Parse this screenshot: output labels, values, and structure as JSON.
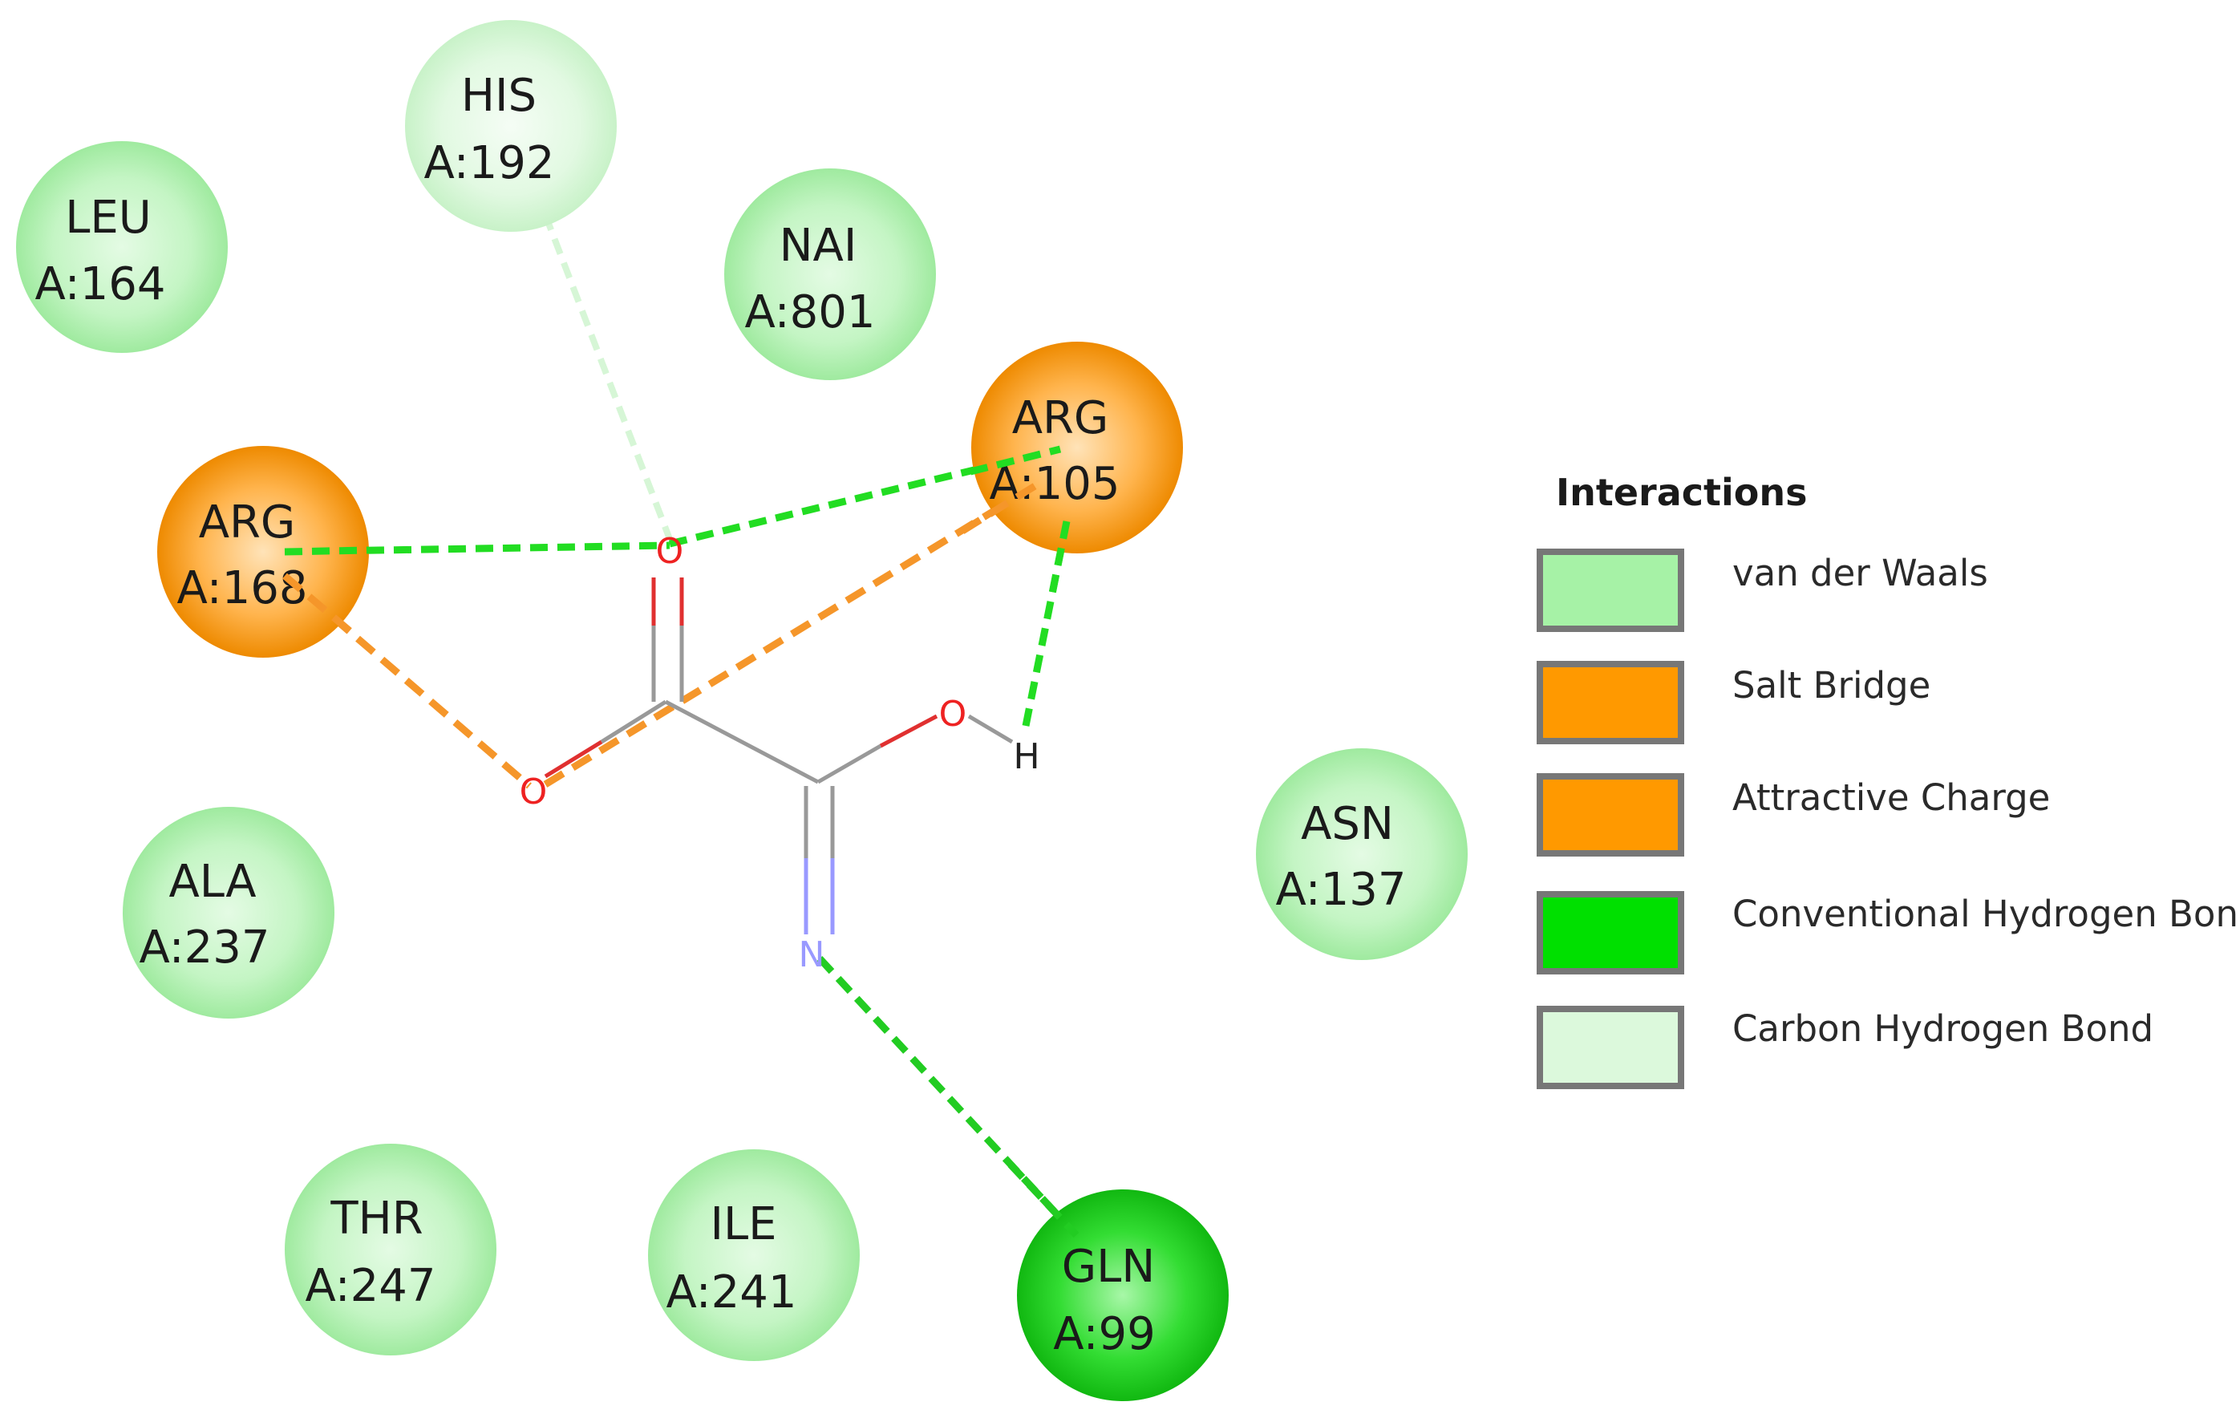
{
  "colors": {
    "van_der_waals": "#a6f2a6",
    "salt_bridge": "#ff9900",
    "attractive_charge": "#ff9900",
    "conventional_hbond": "#00e000",
    "carbon_hbond": "#dcf9dc",
    "oxygen": "#ee2222",
    "nitrogen": "#9999ff",
    "carbon_bond": "#888888"
  },
  "residues": [
    {
      "id": "his192",
      "name": "HIS",
      "chain_pos": "A:192",
      "type": "van_der_waals_light"
    },
    {
      "id": "leu164",
      "name": "LEU",
      "chain_pos": "A:164",
      "type": "van_der_waals"
    },
    {
      "id": "nai801",
      "name": "NAI",
      "chain_pos": "A:801",
      "type": "van_der_waals"
    },
    {
      "id": "arg105",
      "name": "ARG",
      "chain_pos": "A:105",
      "type": "salt_bridge"
    },
    {
      "id": "arg168",
      "name": "ARG",
      "chain_pos": "A:168",
      "type": "salt_bridge"
    },
    {
      "id": "asn137",
      "name": "ASN",
      "chain_pos": "A:137",
      "type": "van_der_waals"
    },
    {
      "id": "ala237",
      "name": "ALA",
      "chain_pos": "A:237",
      "type": "van_der_waals"
    },
    {
      "id": "thr247",
      "name": "THR",
      "chain_pos": "A:247",
      "type": "van_der_waals"
    },
    {
      "id": "ile241",
      "name": "ILE",
      "chain_pos": "A:241",
      "type": "van_der_waals"
    },
    {
      "id": "gln99",
      "name": "GLN",
      "chain_pos": "A:99",
      "type": "conventional_hbond"
    }
  ],
  "atoms": {
    "o_top": "O",
    "o_left": "O",
    "o_right": "O",
    "h": "H",
    "n": "N"
  },
  "legend": {
    "title": "Interactions",
    "items": [
      {
        "label": "van der Waals",
        "type": "van_der_waals"
      },
      {
        "label": "Salt Bridge",
        "type": "salt_bridge"
      },
      {
        "label": "Attractive Charge",
        "type": "attractive_charge"
      },
      {
        "label": "Conventional Hydrogen Bond",
        "type": "conventional_hbond"
      },
      {
        "label": "Carbon Hydrogen Bond",
        "type": "carbon_hbond"
      }
    ]
  }
}
